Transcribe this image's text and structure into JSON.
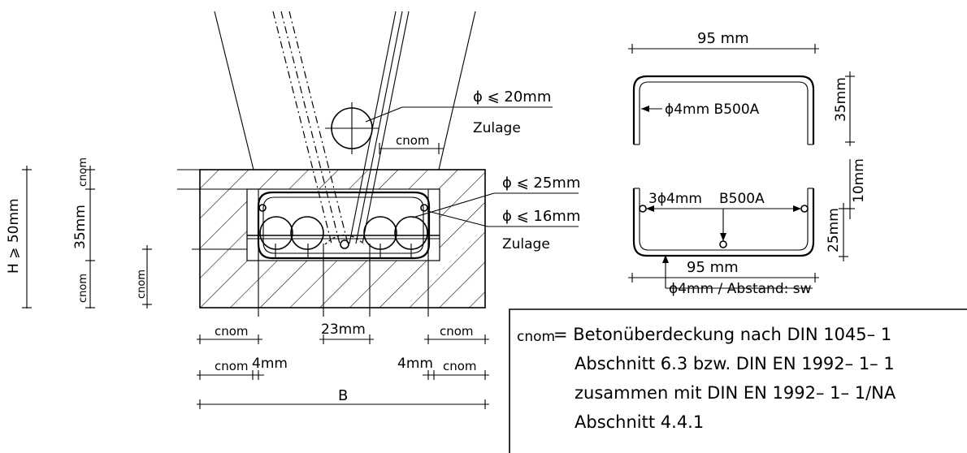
{
  "labels": {
    "cnom": "cnom",
    "phi20": "ϕ ⩽ 20mm",
    "zulage_top": "Zulage",
    "phi25": "ϕ ⩽ 25mm",
    "phi16": "ϕ ⩽ 16mm",
    "zulage_mid": "Zulage",
    "h50": "H ⩾ 50mm",
    "d35": "35mm",
    "d23": "23mm",
    "d4": "4mm",
    "b": "B",
    "stirrup_width": "95 mm",
    "stirrup_height": "35mm",
    "stirrup_bar": "ϕ4mm B500A",
    "basket_bars": "3ϕ4mm",
    "basket_grade": "B500A",
    "d10": "10mm",
    "d25": "25mm",
    "basket_width": "95 mm",
    "spacing": "ϕ4mm / Abstand: sw"
  },
  "legend": {
    "symbol": "cnom",
    "line1": "= Betonüberdeckung nach DIN 1045– 1",
    "line2": "Abschnitt 6.3 bzw. DIN EN 1992– 1– 1",
    "line3": "zusammen mit DIN EN 1992– 1– 1/NA",
    "line4": "Abschnitt 4.4.1"
  }
}
